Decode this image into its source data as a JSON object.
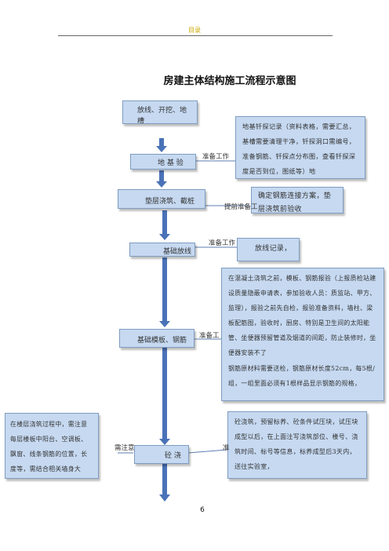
{
  "header": {
    "label": "目录"
  },
  "title": "房建主体结构施工流程示意图",
  "steps": {
    "s1": "放线、开挖、地槽",
    "s2": "地 基 验",
    "s3": "垫层浇筑、截桩",
    "s4": "基础放线",
    "s5": "基础模板、钢筋",
    "s6": "砼 浇"
  },
  "notes": {
    "n1": "地基钎探记录（资料表格，需要汇总，基槽需要清理干净，钎探洞口需编号，准备钢筋、钎探点分布图，查看钎探深度是否到位，图纸等）地",
    "n2": "确定钢筋连接方案，垫层浇筑前验收",
    "n3": "放线记录，",
    "n4a": "在混凝土浇筑之前，模板、钢筋报验（上报质检站建设质量隐蔽申请表，参加验收人员：质监站、甲方、监理），报验之前先自检，报验准备资料，墙柱、梁板配筋图，验收时，厨房、特别是卫生间的太阳能管、坐便器预留管道及烟道的间距，防止装修时，坐便器安装不了",
    "n4b": "钢筋原材料需要送检，钢筋原材长度52cm，每5根/组，一组里面必须有1根样品显示钢筋的规格，",
    "n5": "砼浇筑，预留标养、砼条件试压块，试压块成型以后，在上面注写浇筑部位、楼号、浇筑时间、标号等信息，标养成型后3天内，送往实验室，",
    "n6": "在楼层浇筑过程中，需注意每层楼板中阳台、空调板、飘窗、线条钢筋的位置，长度等，需结合相关墙身大"
  },
  "connectors": {
    "c1": "准备工作",
    "c2": "提前准备工",
    "c3": "准备工作",
    "c4": "准备工",
    "c5": "需注意",
    "c6": "准"
  },
  "page_number": "6"
}
